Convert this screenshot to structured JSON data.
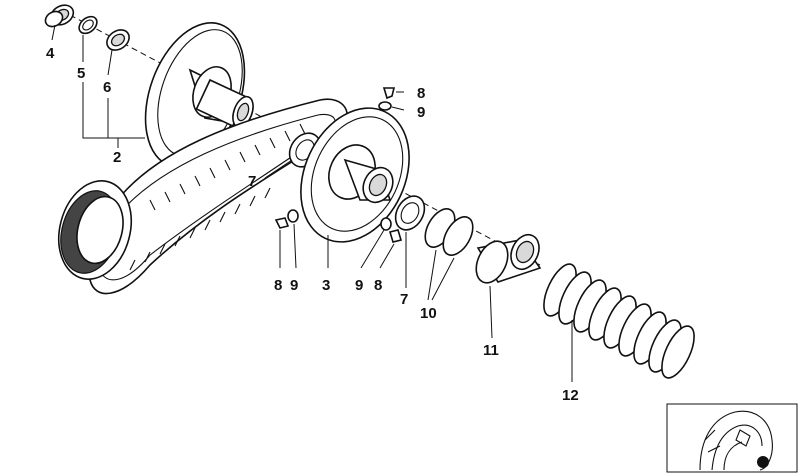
{
  "callouts": {
    "c2": "2",
    "c3": "3",
    "c4": "4",
    "c5": "5",
    "c6": "6",
    "c7a": "7",
    "c7b": "7",
    "c8a": "8",
    "c8b": "8",
    "c8c": "8",
    "c9a": "9",
    "c9b": "9",
    "c9c": "9",
    "c10": "10",
    "c11": "11",
    "c12": "12"
  },
  "inset": {
    "marker_color": "#111111"
  }
}
